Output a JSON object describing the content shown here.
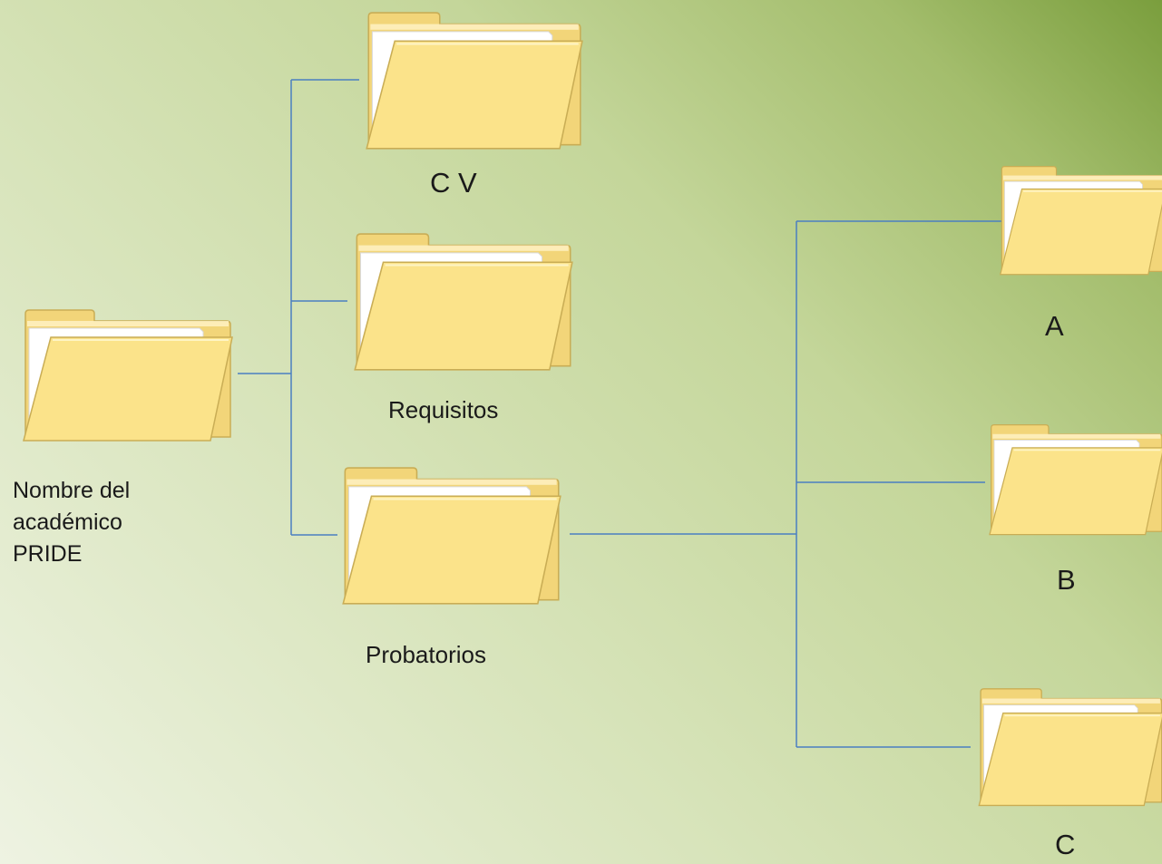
{
  "diagram": {
    "nodes": {
      "root": {
        "label": "Nombre del\nacadémico\nPRIDE",
        "icon": "folder-icon"
      },
      "cv": {
        "label": "C V",
        "icon": "folder-icon"
      },
      "requisitos": {
        "label": "Requisitos",
        "icon": "folder-icon"
      },
      "probatorios": {
        "label": "Probatorios",
        "icon": "folder-icon"
      },
      "a": {
        "label": "A",
        "icon": "folder-icon"
      },
      "b": {
        "label": "B",
        "icon": "folder-icon"
      },
      "c": {
        "label": "C",
        "icon": "folder-icon"
      }
    },
    "edges": [
      {
        "from": "root",
        "to": "cv"
      },
      {
        "from": "root",
        "to": "requisitos"
      },
      {
        "from": "root",
        "to": "probatorios"
      },
      {
        "from": "probatorios",
        "to": "a"
      },
      {
        "from": "probatorios",
        "to": "b"
      },
      {
        "from": "probatorios",
        "to": "c"
      }
    ]
  },
  "colors": {
    "folder_front": "#fbe38a",
    "folder_back": "#f2d579",
    "folder_edge": "#c9ad55",
    "paper": "#ffffff",
    "connector": "#4a7fc1",
    "background_dark": "#7a9e3d",
    "background_light": "#eef3e2"
  }
}
